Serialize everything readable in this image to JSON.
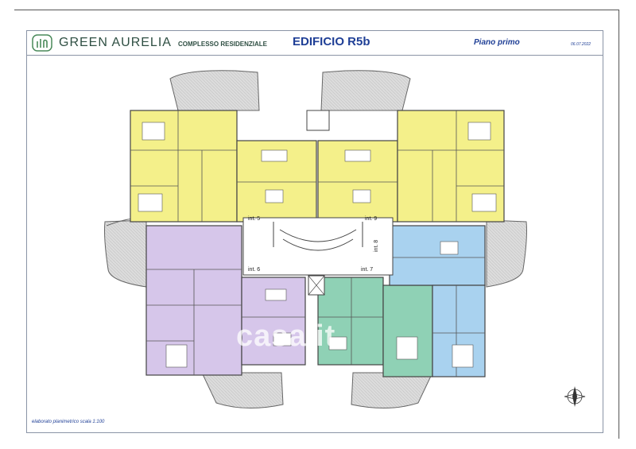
{
  "header": {
    "brand": "GREEN AURELIA",
    "brand_sub": "COMPLESSO RESIDENZIALE",
    "building": "EDIFICIO R5b",
    "floor": "Piano primo",
    "date": "06.07.2022"
  },
  "footer": {
    "note": "elaborato planimetrico  scala 1:100"
  },
  "units": {
    "int5": "int. 5",
    "int6": "int. 6",
    "int7": "int. 7",
    "int8": "int. 8",
    "int9": "int. 9"
  },
  "watermark": "casa.it",
  "colors": {
    "yellow": "#f4f08a",
    "purple": "#d6c6ea",
    "teal": "#8fd1b5",
    "blue": "#a9d2ef",
    "frame": "#8a94a6",
    "title_blue": "#1f3f96"
  },
  "icons": [
    "logo-icon",
    "compass-icon",
    "watermark-house-icon"
  ]
}
